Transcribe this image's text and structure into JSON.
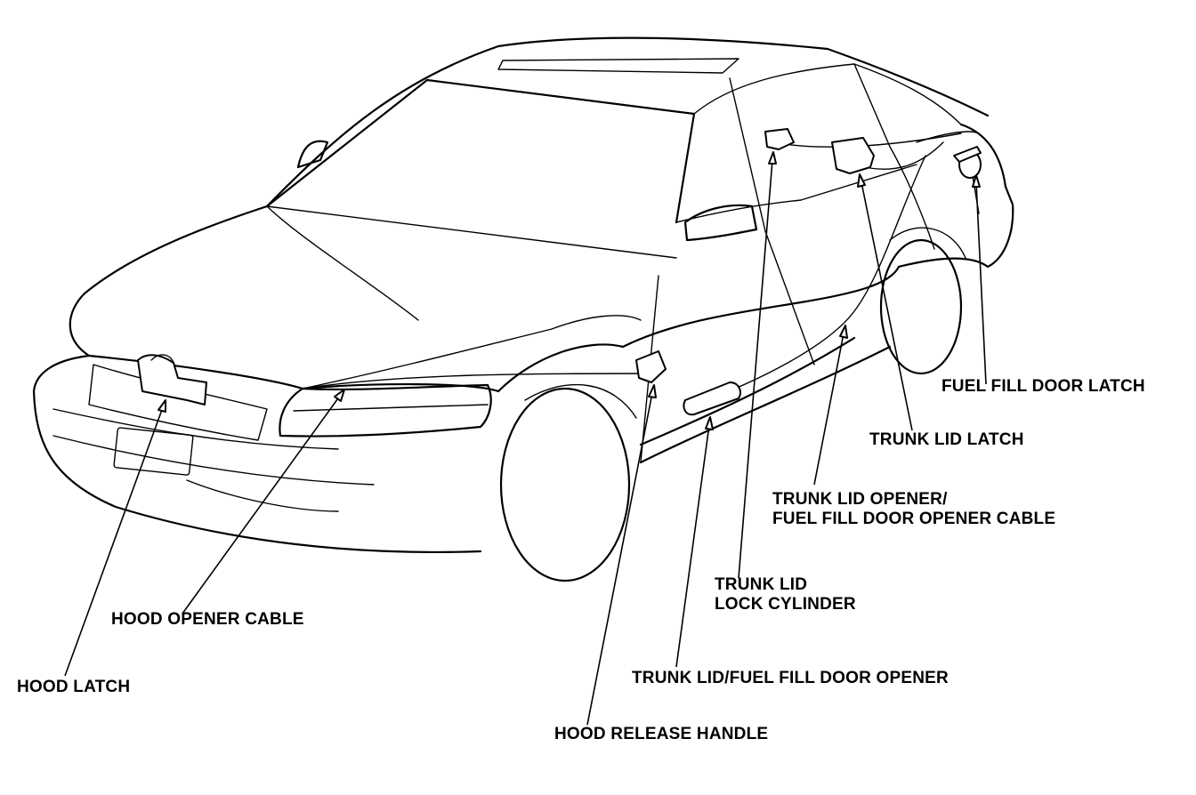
{
  "labels": {
    "fuel_fill_door_latch": "FUEL FILL DOOR LATCH",
    "trunk_lid_latch": "TRUNK LID LATCH",
    "trunk_lid_opener_cable_line1": "TRUNK LID OPENER/",
    "trunk_lid_opener_cable_line2": "FUEL FILL DOOR OPENER CABLE",
    "trunk_lid_lock_cylinder_line1": "TRUNK LID",
    "trunk_lid_lock_cylinder_line2": "LOCK CYLINDER",
    "hood_opener_cable": "HOOD OPENER CABLE",
    "hood_latch": "HOOD LATCH",
    "trunk_lid_fuel_fill_door_opener": "TRUNK LID/FUEL FILL DOOR OPENER",
    "hood_release_handle": "HOOD RELEASE HANDLE"
  }
}
